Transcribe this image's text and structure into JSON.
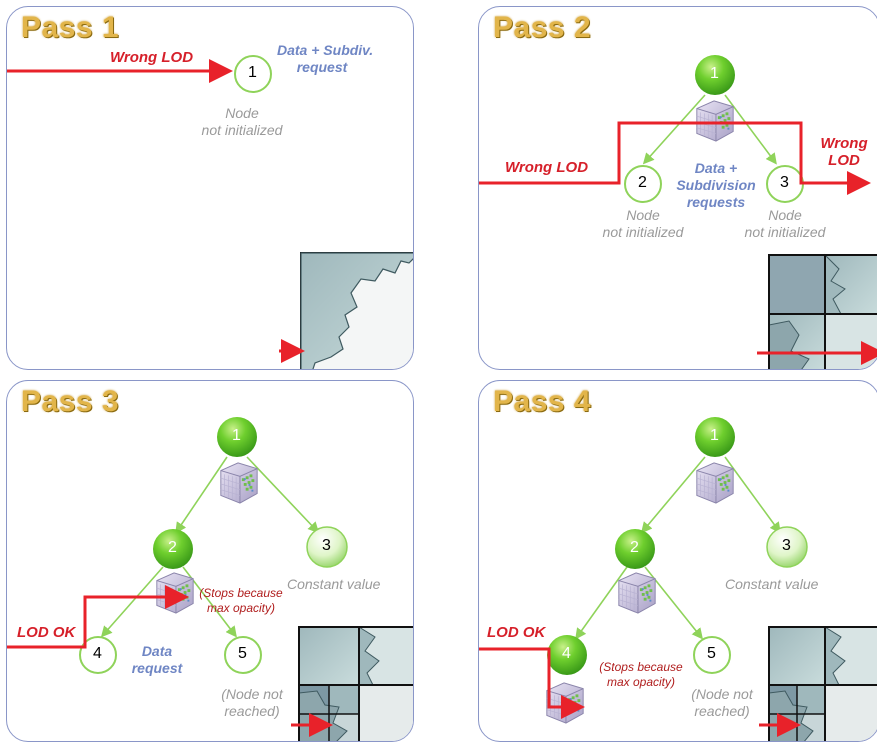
{
  "panels": {
    "p1": {
      "title": "Pass 1",
      "wrong_lod": "Wrong LOD",
      "request": [
        "Data + Subdiv.",
        "request"
      ],
      "node_status": [
        "Node",
        "not initialized"
      ],
      "nodes": [
        "1"
      ]
    },
    "p2": {
      "title": "Pass 2",
      "wrong_lod_left": "Wrong LOD",
      "wrong_lod_right": [
        "Wrong",
        "LOD"
      ],
      "request": [
        "Data +",
        "Subdivision",
        "requests"
      ],
      "node_status_left": [
        "Node",
        "not initialized"
      ],
      "node_status_right": [
        "Node",
        "not initialized"
      ],
      "nodes": [
        "1",
        "2",
        "3"
      ]
    },
    "p3": {
      "title": "Pass 3",
      "lod_ok": "LOD OK",
      "stop_note": [
        "(Stops because",
        "max opacity)"
      ],
      "constant": "Constant value",
      "request": [
        "Data",
        "request"
      ],
      "not_reached": [
        "(Node not",
        "reached)"
      ],
      "nodes": [
        "1",
        "2",
        "3",
        "4",
        "5"
      ]
    },
    "p4": {
      "title": "Pass 4",
      "lod_ok": "LOD OK",
      "stop_note": [
        "(Stops because",
        "max opacity)"
      ],
      "constant": "Constant value",
      "not_reached": [
        "(Node not",
        "reached)"
      ],
      "nodes": [
        "1",
        "2",
        "3",
        "4",
        "5"
      ]
    }
  },
  "colors": {
    "arrow": "#e8222a",
    "tree_line": "#8fd35a",
    "node_fill": "#5fbf2a",
    "node_outline": "#8fd35a",
    "panel_border": "#8a96c8",
    "title": "#e2b54a",
    "request_text": "#6f86c4"
  }
}
